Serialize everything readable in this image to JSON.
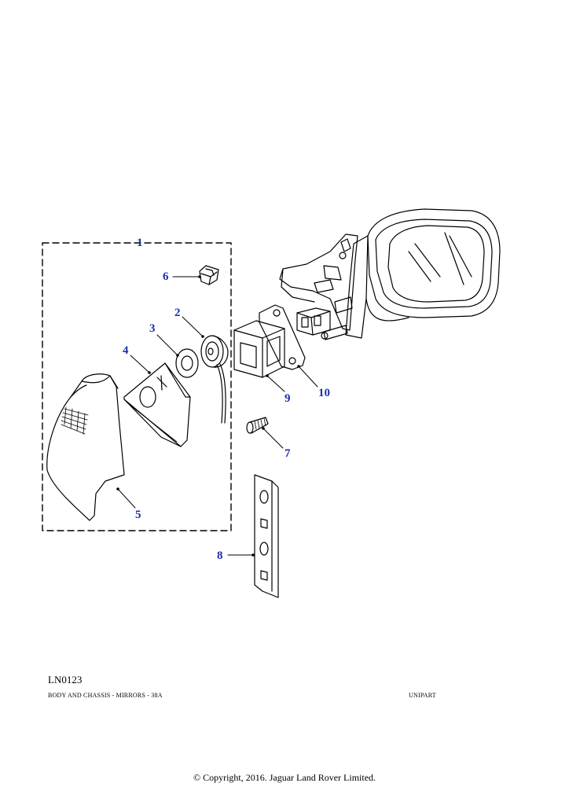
{
  "callouts": {
    "c1": "1",
    "c2": "2",
    "c3": "3",
    "c4": "4",
    "c5": "5",
    "c6": "6",
    "c7": "7",
    "c8": "8",
    "c9": "9",
    "c10": "10"
  },
  "reference_code": "LN0123",
  "caption_left": "BODY AND CHASSIS - MIRRORS - 38A",
  "caption_right": "UNIPART",
  "copyright": "© Copyright, 2016. Jaguar Land Rover Limited.",
  "colors": {
    "callout": "#1a2fb0",
    "line": "#000000",
    "background": "#ffffff"
  }
}
